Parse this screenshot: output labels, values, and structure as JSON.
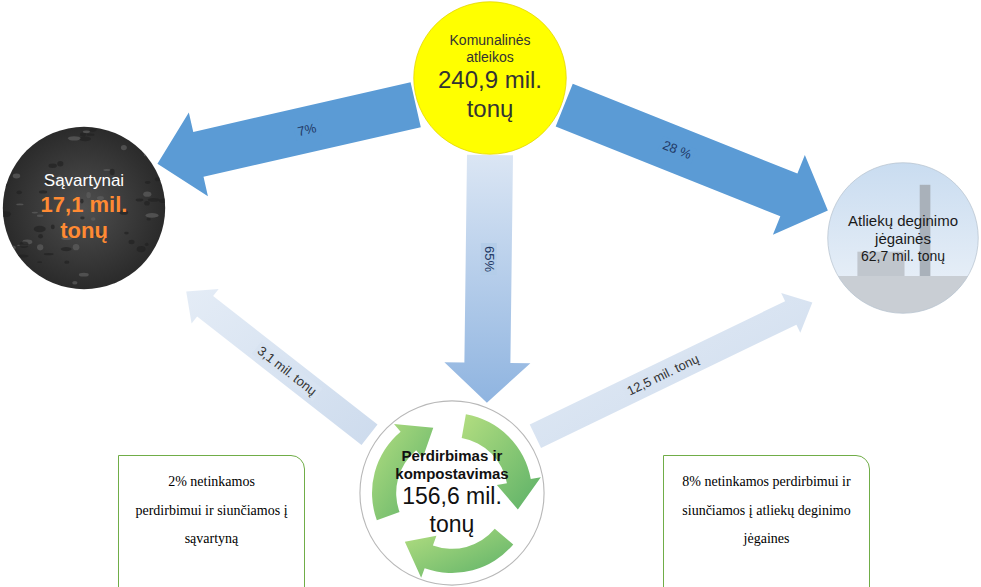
{
  "diagram": {
    "nodes": [
      {
        "text": [
          "Komunalinės atleikos",
          "240,9 mil. tonų"
        ]
      },
      {
        "text": [
          "Sąvartynai",
          "17,1 mil. tonų"
        ]
      },
      {
        "text": [
          "Perdirbimas ir kompostavimas",
          "156,6 mil. tonų"
        ]
      },
      {
        "text": [
          "Atliekų deginimo jėgainės",
          "62,7 mil. tonų"
        ]
      },
      {
        "text": [
          "2% netinkamos perdirbimui ir siunčiamos į sąvartyną"
        ]
      },
      {
        "text": [
          "8% netinkamos perdirbimui ir siunčiamos į atliekų deginimo jėgaines"
        ]
      }
    ],
    "edges": [
      {
        "from": 0,
        "to": 1,
        "label": "7%",
        "arrow": "to"
      },
      {
        "from": 0,
        "to": 2,
        "label": "65%",
        "arrow": "to"
      },
      {
        "from": 0,
        "to": 3,
        "label": "28 %",
        "arrow": "to"
      },
      {
        "from": 2,
        "to": 1,
        "label": "3,1 mil. tonų",
        "arrow": "to"
      },
      {
        "from": 2,
        "to": 3,
        "label": "12,5 mil. tonų",
        "arrow": "to"
      }
    ]
  }
}
